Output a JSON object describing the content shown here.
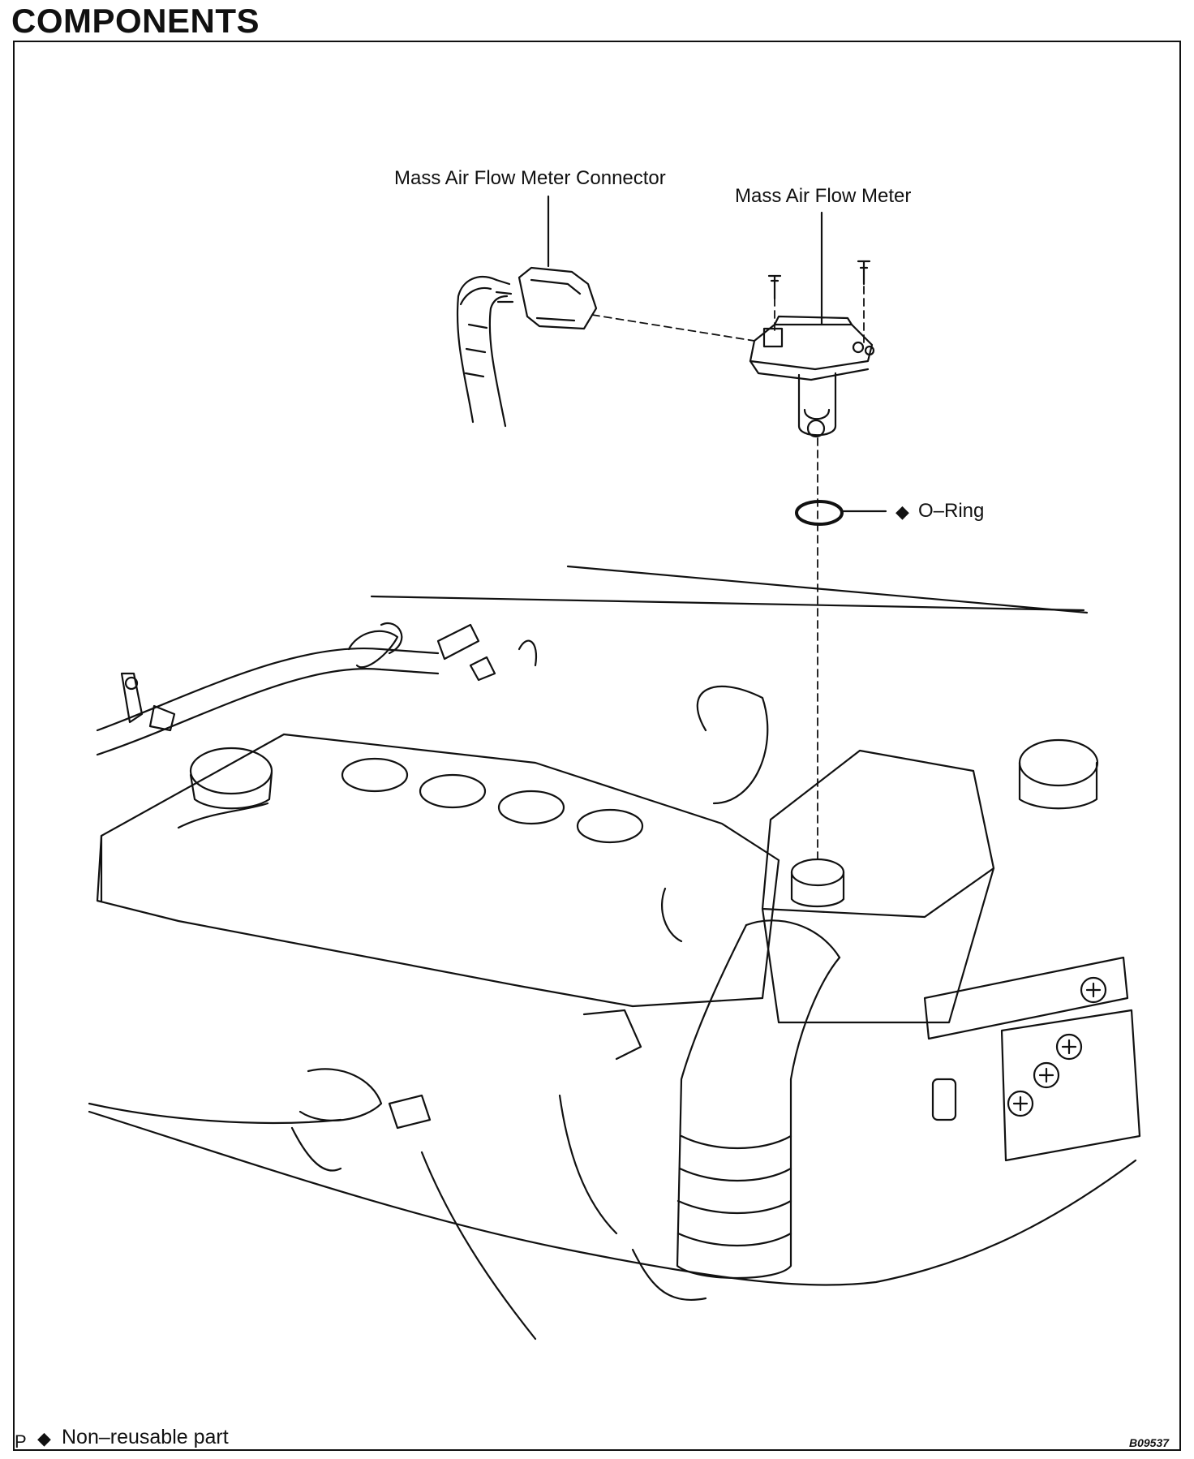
{
  "page": {
    "title": "COMPONENTS"
  },
  "labels": {
    "maf_connector": "Mass Air Flow Meter Connector",
    "maf_meter": "Mass Air Flow Meter",
    "o_ring": "O–Ring"
  },
  "markers": {
    "non_reusable_symbol": "◆"
  },
  "footer": {
    "corner_letter": "P",
    "legend": "Non–reusable part",
    "figure_code": "B09537"
  }
}
